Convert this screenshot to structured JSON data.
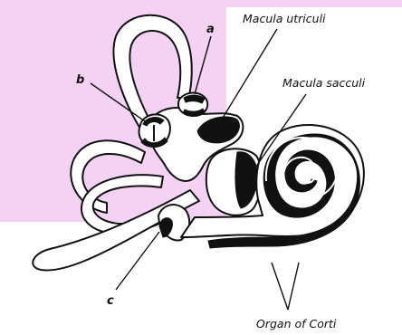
{
  "labels": {
    "a": "a",
    "b": "b",
    "c": "c",
    "macula_utriculi": "Macula utriculi",
    "macula_sacculi": "Macula sacculi",
    "organ_of_corti": "Organ of Corti"
  },
  "colors": {
    "background_panel": "#f4d2f4",
    "ink": "#111111"
  }
}
